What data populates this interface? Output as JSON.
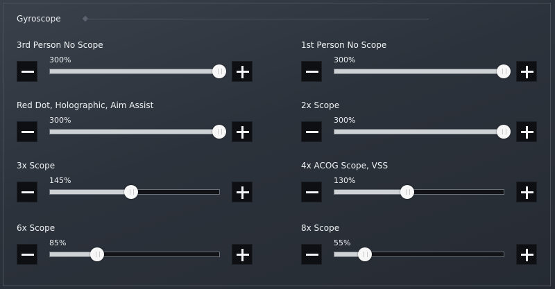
{
  "section_title": "Gyroscope",
  "icons": {
    "decrease": "minus-icon",
    "increase": "plus-icon"
  },
  "colors": {
    "track_fill": "#cfd2d4",
    "track_empty": "#111317",
    "button_bg": "#0d0f12"
  },
  "sliders": [
    {
      "label": "3rd Person No Scope",
      "value": "300%",
      "fraction": 1.0
    },
    {
      "label": "1st Person No Scope",
      "value": "300%",
      "fraction": 1.0
    },
    {
      "label": "Red Dot, Holographic, Aim Assist",
      "value": "300%",
      "fraction": 1.0
    },
    {
      "label": "2x Scope",
      "value": "300%",
      "fraction": 1.0
    },
    {
      "label": "3x Scope",
      "value": "145%",
      "fraction": 0.48
    },
    {
      "label": "4x ACOG Scope, VSS",
      "value": "130%",
      "fraction": 0.43
    },
    {
      "label": "6x Scope",
      "value": "85%",
      "fraction": 0.28
    },
    {
      "label": "8x Scope",
      "value": "55%",
      "fraction": 0.18
    }
  ]
}
